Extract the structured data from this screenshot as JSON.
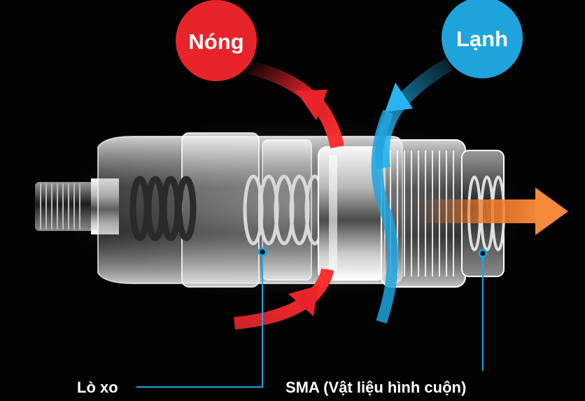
{
  "labels": {
    "hot": "Nóng",
    "cold": "Lạnh",
    "spring": "Lò xo",
    "sma": "SMA (Vật liệu hình cuộn)"
  },
  "colors": {
    "background": "#000000",
    "hot": "#e8242b",
    "cold": "#1fa3dd",
    "mixed_outlet": "#f07a2a",
    "callout_line": "#19a6e0",
    "cartridge_glow": "#ffffff"
  }
}
